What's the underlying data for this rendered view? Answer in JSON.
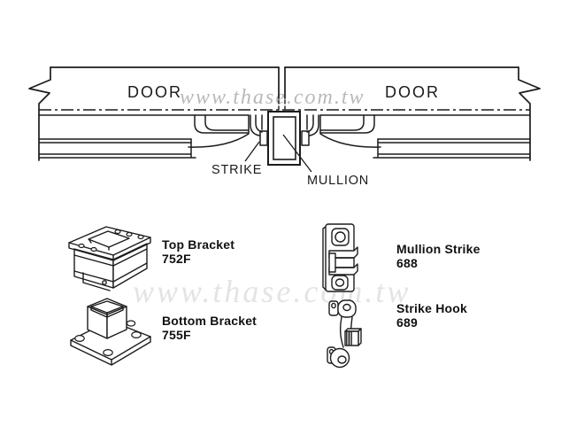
{
  "page": {
    "background_color": "#ffffff",
    "line_color": "#1c1c1c"
  },
  "watermarks": {
    "top": {
      "text": "www.thase.com.tw",
      "color": "#b9b9b9"
    },
    "middle": {
      "text": "www.thase.com.tw",
      "color": "#e4e4e4"
    }
  },
  "installation_diagram": {
    "left_door_label": "DOOR",
    "right_door_label": "DOOR",
    "strike_label": "STRIKE",
    "mullion_label": "MULLION"
  },
  "parts_list": [
    {
      "name": "Top Bracket",
      "model": "752F",
      "icon": "top-bracket-line-drawing"
    },
    {
      "name": "Bottom Bracket",
      "model": "755F",
      "icon": "bottom-bracket-line-drawing"
    },
    {
      "name": "Mullion Strike",
      "model": "688",
      "icon": "mullion-strike-line-drawing"
    },
    {
      "name": "Strike Hook",
      "model": "689",
      "icon": "strike-hook-line-drawing"
    }
  ]
}
